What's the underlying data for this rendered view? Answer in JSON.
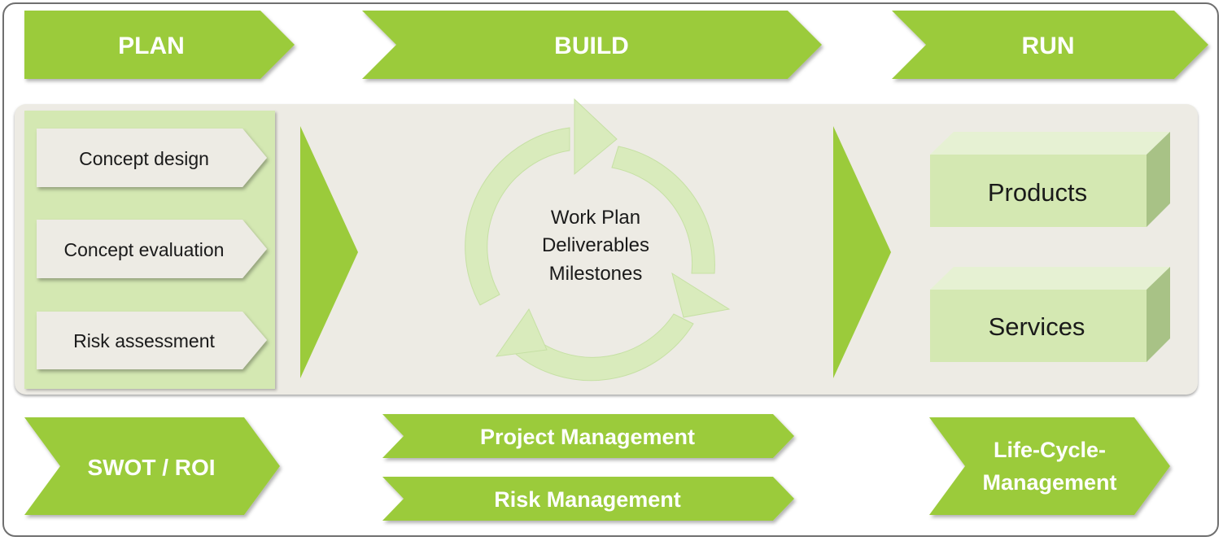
{
  "phases": {
    "plan": "PLAN",
    "build": "BUILD",
    "run": "RUN"
  },
  "plan_steps": [
    "Concept design",
    "Concept evaluation",
    "Risk assessment"
  ],
  "cycle": {
    "line1": "Work Plan",
    "line2": "Deliverables",
    "line3": "Milestones"
  },
  "outputs": {
    "products": "Products",
    "services": "Services"
  },
  "bottom": {
    "swot": "SWOT / ROI",
    "project_management": "Project Management",
    "risk_management": "Risk Management",
    "lifecycle_line1": "Life-Cycle-",
    "lifecycle_line2": "Management"
  },
  "colors": {
    "green": "#9bcb3b",
    "light_green": "#d4e8b2",
    "pale_green": "#d9ebbc",
    "band": "#edebe4",
    "step_box": "#edebe4"
  }
}
